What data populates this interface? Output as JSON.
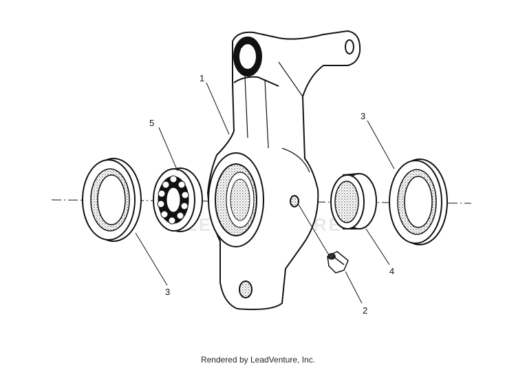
{
  "callouts": {
    "c1": "1",
    "c2": "2",
    "c3_left": "3",
    "c3_right": "3",
    "c4": "4",
    "c5": "5"
  },
  "footer": "Rendered by LeadVenture, Inc.",
  "watermark": "LEADVENTURE",
  "colors": {
    "line": "#111111",
    "background": "#ffffff",
    "watermark": "#d9d9d9"
  }
}
